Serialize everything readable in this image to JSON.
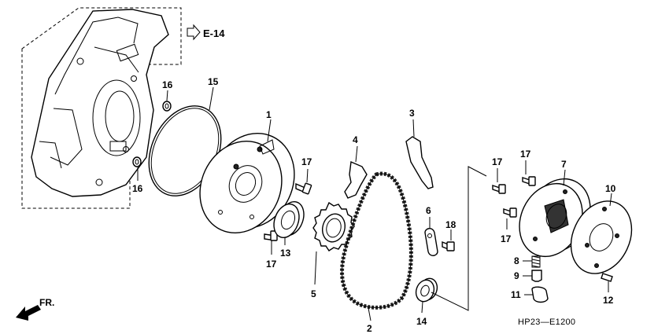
{
  "reference": {
    "label": "E-14"
  },
  "direction": {
    "label": "FR."
  },
  "diagram_code": "HP23—E1200",
  "parts": {
    "p1": "1",
    "p2": "2",
    "p3": "3",
    "p4": "4",
    "p5": "5",
    "p6": "6",
    "p7": "7",
    "p8": "8",
    "p9": "9",
    "p10": "10",
    "p11": "11",
    "p12": "12",
    "p13": "13",
    "p14": "14",
    "p15": "15",
    "p16a": "16",
    "p16b": "16",
    "p17a": "17",
    "p17b": "17",
    "p17c": "17",
    "p17d": "17",
    "p17e": "17",
    "p18": "18"
  }
}
